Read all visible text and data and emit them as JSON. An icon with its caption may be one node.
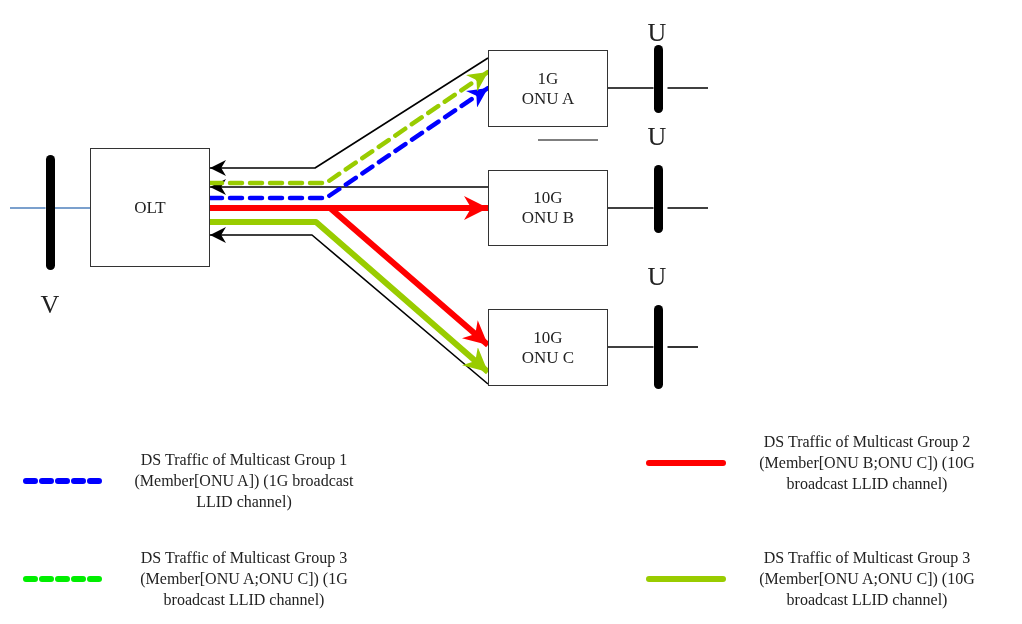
{
  "diagram": {
    "nodes": [
      {
        "text": [
          "OLT"
        ]
      },
      {
        "text": [
          "1G ONU A"
        ]
      },
      {
        "text": [
          "10G ONU B"
        ]
      },
      {
        "text": [
          "10G ONU C"
        ]
      },
      {
        "text": [],
        "shape": "bar"
      },
      {
        "text": [],
        "shape": "bar"
      },
      {
        "text": [],
        "shape": "bar"
      },
      {
        "text": [],
        "shape": "bar"
      }
    ],
    "edges": [
      {
        "from": 4,
        "to": 0,
        "arrow": "none",
        "color": "#4f81bd"
      },
      {
        "from": 1,
        "to": 5,
        "arrow": "none"
      },
      {
        "from": 2,
        "to": 6,
        "arrow": "none"
      },
      {
        "from": 3,
        "to": 7,
        "arrow": "none"
      },
      {
        "from": 1,
        "to": 0,
        "arrow": "to"
      },
      {
        "from": 2,
        "to": 0,
        "arrow": "to"
      },
      {
        "from": 3,
        "to": 0,
        "arrow": "to"
      },
      {
        "from": 0,
        "to": 1,
        "arrow": "to",
        "style": "dashed",
        "color": "#0000ff"
      },
      {
        "from": 0,
        "to": 1,
        "arrow": "to",
        "style": "dashed",
        "color": "#99cc00"
      },
      {
        "from": 0,
        "to": 2,
        "arrow": "to",
        "style": "thick",
        "color": "#ff0000"
      },
      {
        "from": 0,
        "to": 3,
        "arrow": "to",
        "style": "thick",
        "color": "#ff0000"
      },
      {
        "from": 0,
        "to": 3,
        "arrow": "to",
        "style": "thick",
        "color": "#99cc00"
      }
    ],
    "labels": [
      "U",
      "U",
      "V",
      "U"
    ],
    "legend": [
      {
        "text": "DS Traffic of Multicast Group 1 (Member[ONU A]) (1G broadcast LLID channel)"
      },
      {
        "text": "DS Traffic of Multicast Group 2 (Member[ONU B;ONU C]) (10G broadcast LLID channel)"
      },
      {
        "text": "DS Traffic of Multicast Group 3 (Member[ONU A;ONU C]) (1G broadcast LLID channel)"
      },
      {
        "text": "DS Traffic of Multicast Group 3 (Member[ONU A;ONU C]) (10G broadcast LLID channel)"
      }
    ]
  }
}
